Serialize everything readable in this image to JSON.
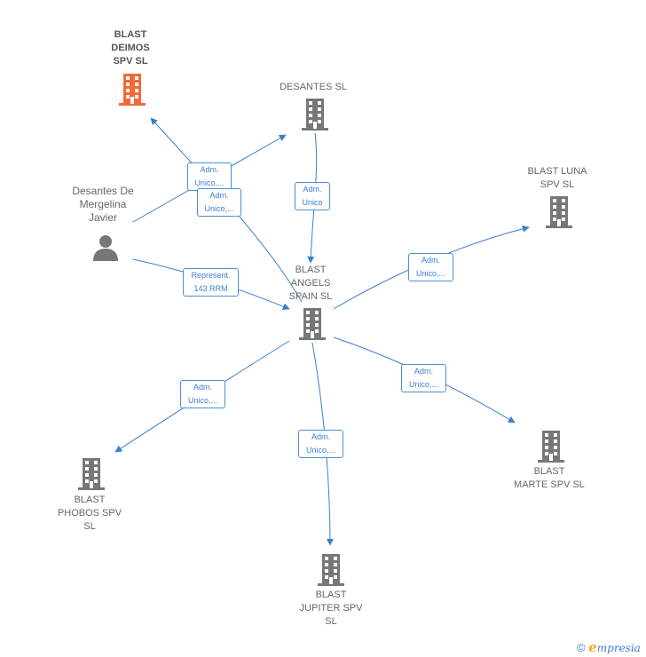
{
  "colors": {
    "building": "#777777",
    "building_highlight": "#f26a3a",
    "person": "#777777",
    "edge": "#3b7fd0",
    "edge_label_border": "#4a8fd8"
  },
  "nodes": {
    "deimos": {
      "lines": [
        "BLAST",
        "DEIMOS",
        "SPV  SL"
      ],
      "icon": "building-icon"
    },
    "desantes_sl": {
      "lines": [
        "DESANTES  SL"
      ],
      "icon": "building-icon"
    },
    "luna": {
      "lines": [
        "BLAST LUNA",
        "SPV  SL"
      ],
      "icon": "building-icon"
    },
    "person": {
      "lines": [
        "Desantes De",
        "Mergelina",
        "Javier"
      ],
      "icon": "person-icon"
    },
    "angels": {
      "lines": [
        "BLAST",
        "ANGELS",
        "SPAIN  SL"
      ],
      "icon": "building-icon"
    },
    "phobos": {
      "lines": [
        "BLAST",
        "PHOBOS SPV",
        "SL"
      ],
      "icon": "building-icon"
    },
    "marte": {
      "lines": [
        "BLAST",
        "MARTE SPV  SL"
      ],
      "icon": "building-icon"
    },
    "jupiter": {
      "lines": [
        "BLAST",
        "JUPITER SPV",
        "SL"
      ],
      "icon": "building-icon"
    }
  },
  "edge_labels": {
    "person_deimos": [
      "Adm.",
      "Unico,..."
    ],
    "angels_deimos": [
      "Adm.",
      "Unico,..."
    ],
    "desantes_angels": [
      "Adm.",
      "Unico"
    ],
    "person_angels": [
      "Represent.",
      "143 RRM"
    ],
    "angels_luna": [
      "Adm.",
      "Unico,..."
    ],
    "angels_phobos": [
      "Adm.",
      "Unico,..."
    ],
    "angels_marte": [
      "Adm.",
      "Unico,..."
    ],
    "angels_jupiter": [
      "Adm.",
      "Unico,..."
    ]
  },
  "footer": {
    "copyright": "©",
    "brand_initial": "e",
    "brand_rest": "mpresia"
  }
}
